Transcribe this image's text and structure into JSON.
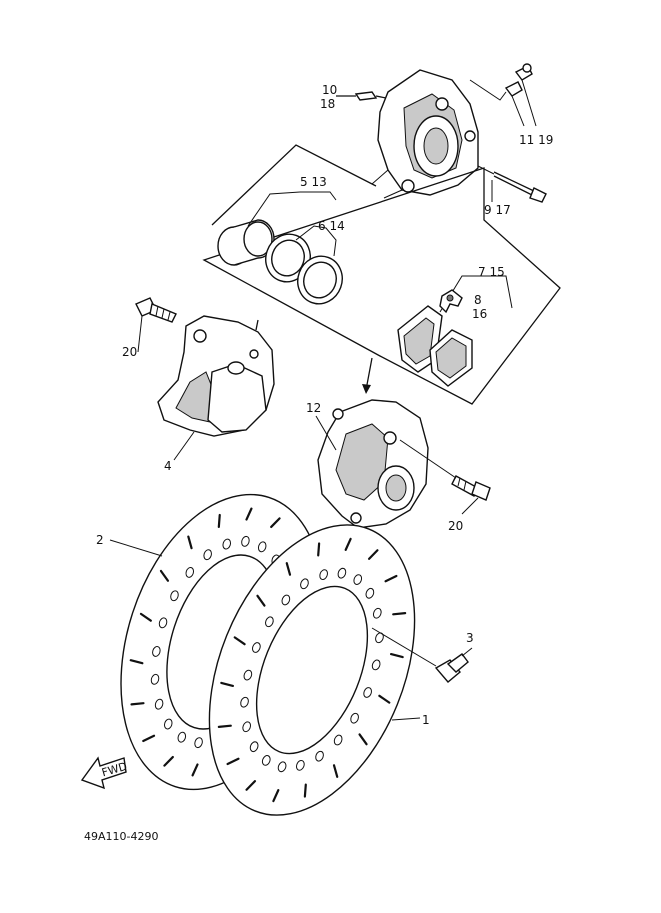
{
  "labels": {
    "l10": "10",
    "l18": "18",
    "l11_19": "11 19",
    "l5_13": "5 13",
    "l6_14": "6 14",
    "l9_17": "9 17",
    "l7_15": "7 15",
    "l8": "8",
    "l16": "16",
    "l20a": "20",
    "l4": "4",
    "l12": "12",
    "l20b": "20",
    "l2": "2",
    "l3": "3",
    "l1": "1",
    "fwd": "FWD"
  },
  "code": "49A110-4290"
}
